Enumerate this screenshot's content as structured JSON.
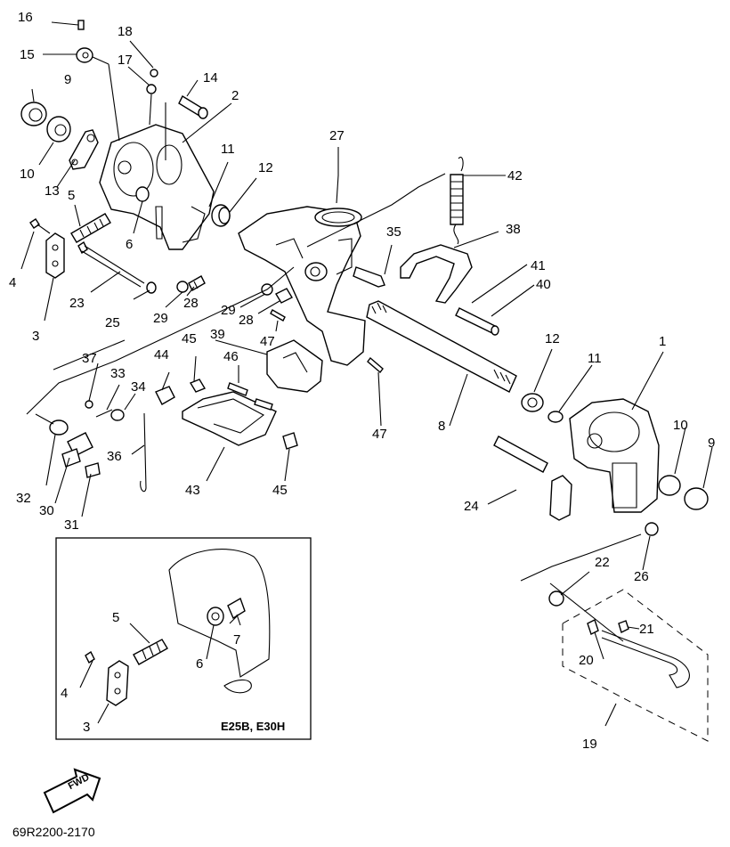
{
  "labels": {
    "l16": "16",
    "l15": "15",
    "l18": "18",
    "l17": "17",
    "l9a": "9",
    "l14": "14",
    "l2": "2",
    "l10a": "10",
    "l13": "13",
    "l11a": "11",
    "l12a": "12",
    "l27": "27",
    "l42": "42",
    "l5a": "5",
    "l6a": "6",
    "l4a": "4",
    "l3a": "3",
    "l23": "23",
    "l25": "25",
    "l29a": "29",
    "l28a": "28",
    "l35": "35",
    "l38": "38",
    "l41": "41",
    "l40": "40",
    "l29b": "29",
    "l28b": "28",
    "l47a": "47",
    "l45a": "45",
    "l39": "39",
    "l37": "37",
    "l44": "44",
    "l46": "46",
    "l33": "33",
    "l34": "34",
    "l12b": "12",
    "l11b": "11",
    "l1": "1",
    "l8": "8",
    "l47b": "47",
    "l10b": "10",
    "l9b": "9",
    "l36": "36",
    "l32": "32",
    "l30": "30",
    "l31": "31",
    "l43": "43",
    "l45b": "45",
    "l24": "24",
    "l26": "26",
    "l22": "22",
    "l21": "21",
    "l20": "20",
    "l19": "19",
    "l5b": "5",
    "l7": "7",
    "l6b": "6",
    "l4b": "4",
    "l3b": "3"
  },
  "inset_caption": "E25B, E30H",
  "fwd_label": "FWD",
  "diagram_code": "69R2200-2170"
}
